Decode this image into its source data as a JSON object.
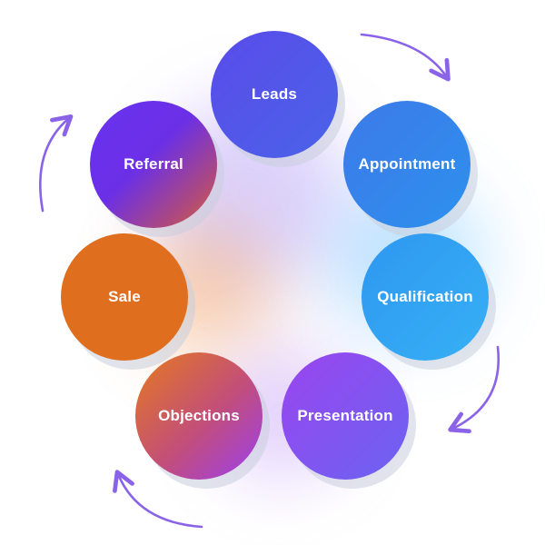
{
  "diagram": {
    "nodes": [
      {
        "id": "leads",
        "label": "Leads"
      },
      {
        "id": "appointment",
        "label": "Appointment"
      },
      {
        "id": "qualification",
        "label": "Qualification"
      },
      {
        "id": "presentation",
        "label": "Presentation"
      },
      {
        "id": "objections",
        "label": "Objections"
      },
      {
        "id": "sale",
        "label": "Sale"
      },
      {
        "id": "referral",
        "label": "Referral"
      }
    ],
    "flow_direction": "clockwise",
    "colors": {
      "arrow": "#8a63e8",
      "leads": "#5a4bea",
      "appointment": "#3d7ae8",
      "qualification": "#2e97f0",
      "presentation": "#9a45ee",
      "objections": "#e57a1f",
      "sale": "#df6e1f",
      "referral": "#6a33f0"
    }
  }
}
